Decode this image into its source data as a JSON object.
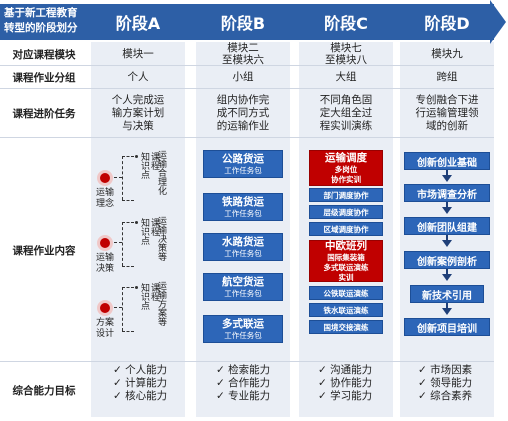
{
  "banner": {
    "title": "基于新工程教育转型的阶段划分",
    "stages": [
      "阶段A",
      "阶段B",
      "阶段C",
      "阶段D"
    ]
  },
  "row_labels": {
    "modules": "对应课程模块",
    "grouping": "课程作业分组",
    "tasks": "课程进阶任务",
    "content": "课程作业内容",
    "ability": "综合能力目标"
  },
  "modules": [
    "模块一",
    "模块二\n至模块六",
    "模块七\n至模块八",
    "模块九"
  ],
  "grouping": [
    "个人",
    "小组",
    "大组",
    "跨组"
  ],
  "tasks": [
    "个人完成运\n输方案计划\n与决策",
    "组内协作完\n成不同方式\n的运输作业",
    "不同角色固\n定大组全过\n程实训演练",
    "专创融合下进\n行运输管理领\n域的创新"
  ],
  "colA": {
    "items": [
      {
        "icon": "circle-icon",
        "label": "运输\n理念",
        "branch": "课程\n知识点",
        "leaf": "运输合理化"
      },
      {
        "icon": "circle-icon",
        "label": "运输\n决策",
        "branch": "课程\n知识点",
        "leaf": "运输决策等"
      },
      {
        "icon": "circle-icon",
        "label": "方案\n设计",
        "branch": "课程\n知识点",
        "leaf": "运输方案等"
      }
    ]
  },
  "colB": [
    {
      "title": "公路货运",
      "sub": "工作任务包"
    },
    {
      "title": "铁路货运",
      "sub": "工作任务包"
    },
    {
      "title": "水路货运",
      "sub": "工作任务包"
    },
    {
      "title": "航空货运",
      "sub": "工作任务包"
    },
    {
      "title": "多式联运",
      "sub": "工作任务包"
    }
  ],
  "colC": {
    "red1": {
      "title": "运输调度",
      "sub": "多岗位\n协作实训"
    },
    "group1": [
      "部门调度协作",
      "层级调度协作",
      "区域调度协作"
    ],
    "red2": {
      "title": "中欧班列",
      "sub": "国际集装箱\n多式联运演练\n实训"
    },
    "group2": [
      "公铁联运演练",
      "铁水联运演练",
      "国境交接演练"
    ]
  },
  "colD": [
    "创新创业基础",
    "市场调查分析",
    "创新团队组建",
    "创新案例剖析",
    "新技术引用",
    "创新项目培训"
  ],
  "abilities": [
    [
      "✓ 个人能力",
      "✓ 计算能力",
      "✓ 核心能力"
    ],
    [
      "✓ 检索能力",
      "✓ 合作能力",
      "✓ 专业能力"
    ],
    [
      "✓ 沟通能力",
      "✓ 协作能力",
      "✓ 学习能力"
    ],
    [
      "✓ 市场因素",
      "✓ 领导能力",
      "✓ 综合素养"
    ]
  ],
  "colors": {
    "primary": "#2d5fa6",
    "box": "#2d66b8",
    "red": "#c00000",
    "column_bg": "#eaeef5"
  }
}
